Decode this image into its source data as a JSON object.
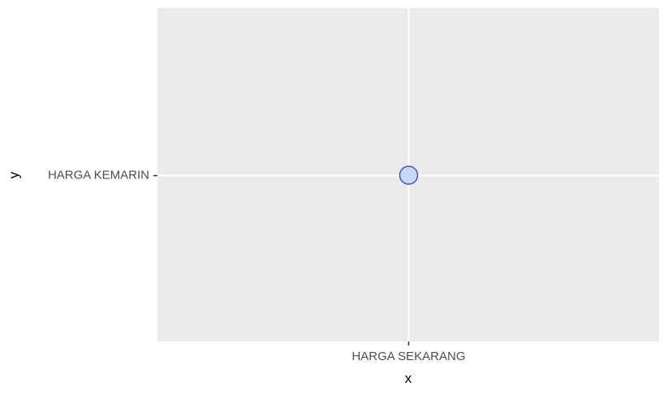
{
  "chart_data": {
    "type": "scatter",
    "title": "",
    "xlabel": "x",
    "ylabel": "y",
    "x_categories": [
      "HARGA SEKARANG"
    ],
    "y_categories": [
      "HARGA KEMARIN"
    ],
    "points": [
      {
        "x": "HARGA SEKARANG",
        "y": "HARGA KEMARIN"
      }
    ],
    "grid": true,
    "legend": "none",
    "colors": {
      "panel_background": "#ebebeb",
      "gridline": "#ffffff",
      "point_fill": "#c6dbef",
      "point_stroke": "#3f51e0",
      "tick_mark": "#333333"
    }
  }
}
